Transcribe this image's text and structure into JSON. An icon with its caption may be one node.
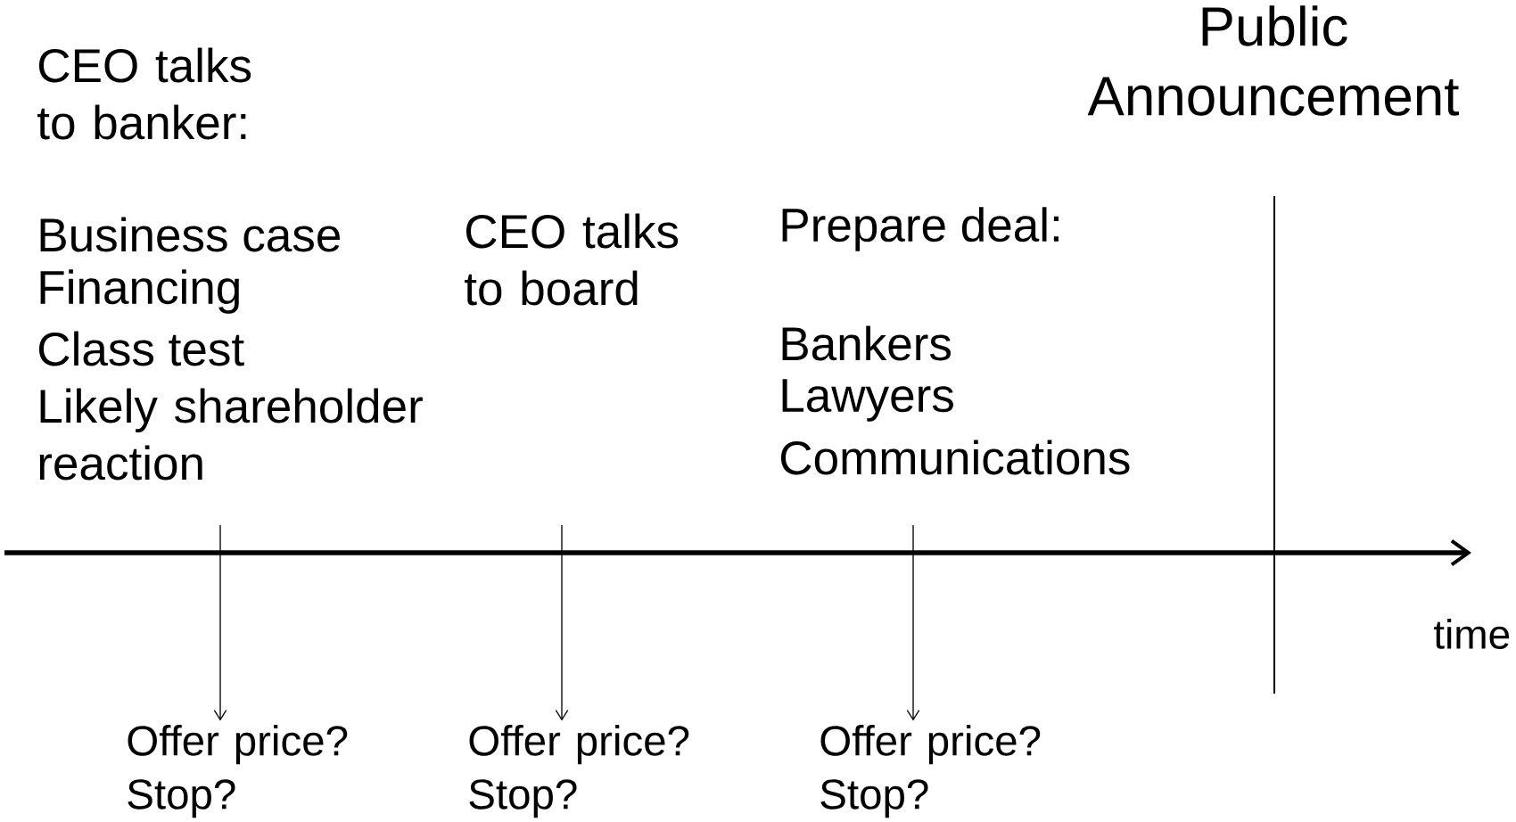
{
  "diagram": {
    "nodes": [
      {
        "text": [
          "Offer price? Stop?"
        ]
      },
      {
        "text": [
          "Offer price? Stop?"
        ]
      },
      {
        "text": [
          "Offer price? Stop?"
        ]
      }
    ],
    "edges": [
      {
        "from": null,
        "to": 0,
        "arrow": "to"
      },
      {
        "from": null,
        "to": 1,
        "arrow": "to"
      },
      {
        "from": null,
        "to": 2,
        "arrow": "to"
      }
    ],
    "labels": [
      "Public Announcement",
      "CEO talks to banker:",
      "Business case",
      "Financing",
      "Class test",
      "Likely shareholder reaction",
      "CEO talks to board",
      "Prepare deal:",
      "Bankers",
      "Lawyers",
      "Communications",
      "time"
    ]
  }
}
